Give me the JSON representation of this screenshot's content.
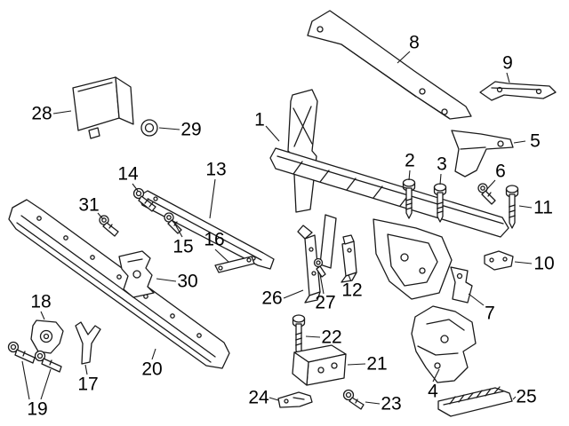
{
  "diagram": {
    "colors": {
      "background": "#ffffff",
      "line": "#1a1a1a",
      "text": "#000000"
    },
    "callouts": [
      {
        "label": "1"
      },
      {
        "label": "2"
      },
      {
        "label": "3"
      },
      {
        "label": "4"
      },
      {
        "label": "5"
      },
      {
        "label": "6"
      },
      {
        "label": "7"
      },
      {
        "label": "8"
      },
      {
        "label": "9"
      },
      {
        "label": "10"
      },
      {
        "label": "11"
      },
      {
        "label": "12"
      },
      {
        "label": "13"
      },
      {
        "label": "14"
      },
      {
        "label": "15"
      },
      {
        "label": "16"
      },
      {
        "label": "17"
      },
      {
        "label": "18"
      },
      {
        "label": "19"
      },
      {
        "label": "20"
      },
      {
        "label": "21"
      },
      {
        "label": "22"
      },
      {
        "label": "23"
      },
      {
        "label": "24"
      },
      {
        "label": "25"
      },
      {
        "label": "26"
      },
      {
        "label": "27"
      },
      {
        "label": "28"
      },
      {
        "label": "29"
      },
      {
        "label": "30"
      },
      {
        "label": "31"
      }
    ]
  }
}
